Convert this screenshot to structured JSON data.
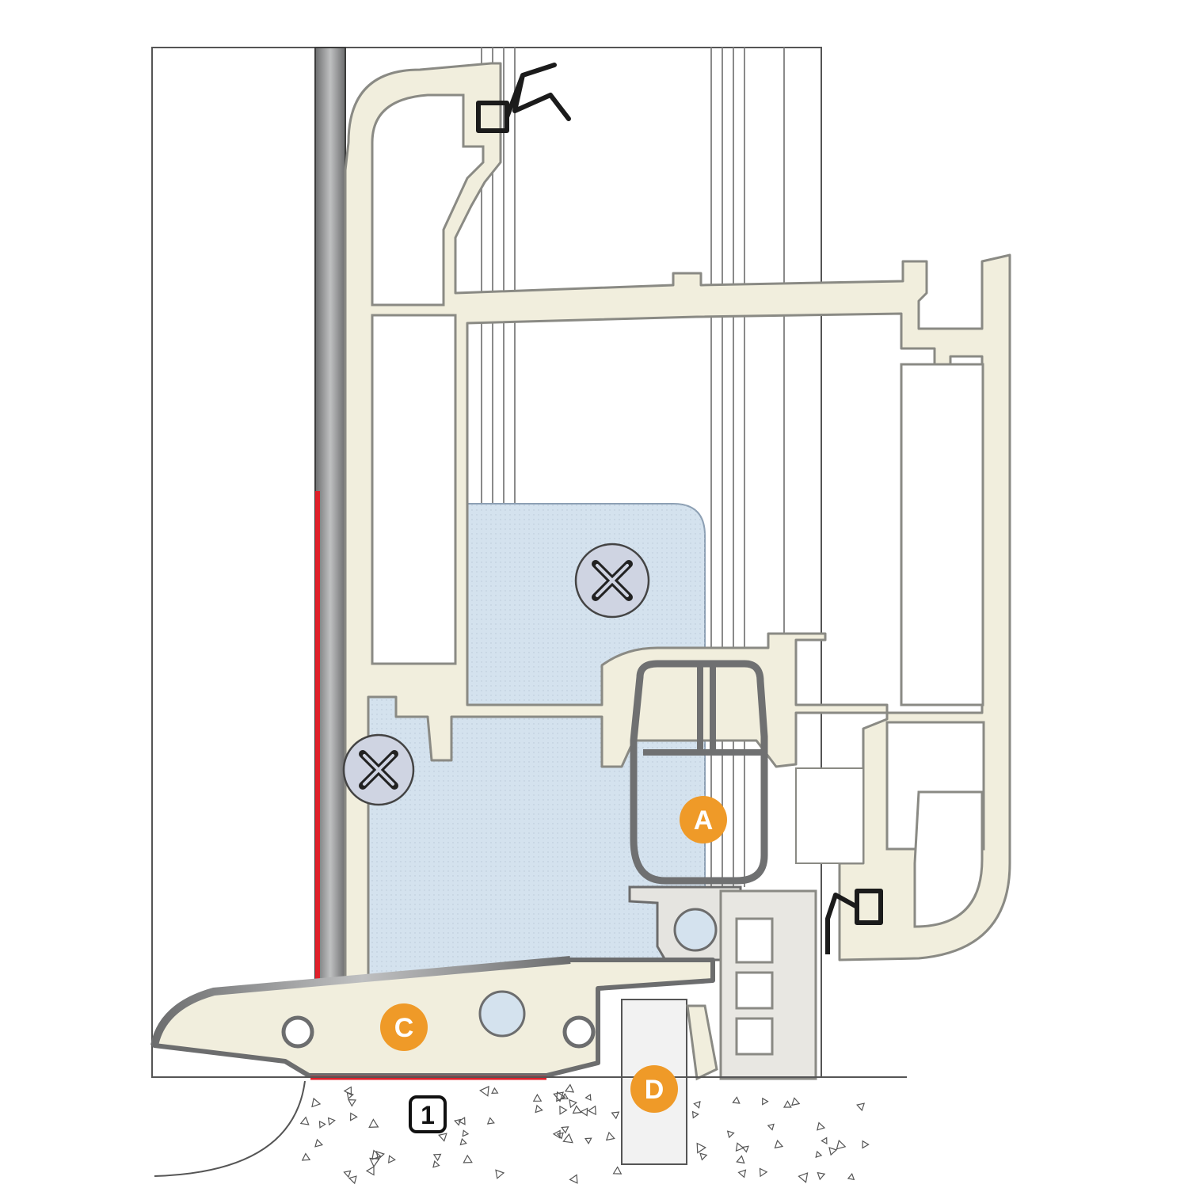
{
  "markers": {
    "A": "A",
    "C": "C",
    "D": "D",
    "one": "1"
  },
  "colors": {
    "profile_fill": "#f1eedd",
    "profile_stroke": "#8a8a84",
    "glass": "#d4e2ee",
    "aluminium": "#a9aaaa",
    "aluminium_dark": "#5a5b5c",
    "gasket": "#6f7071",
    "seal_black": "#1b1b1b",
    "accent_red": "#e0202a",
    "marker_orange": "#ef9a28",
    "screw": "#cfd4e2",
    "concrete_dots": "#555555"
  },
  "icons": [
    "screw-head-icon",
    "screw-head-icon-lower"
  ]
}
